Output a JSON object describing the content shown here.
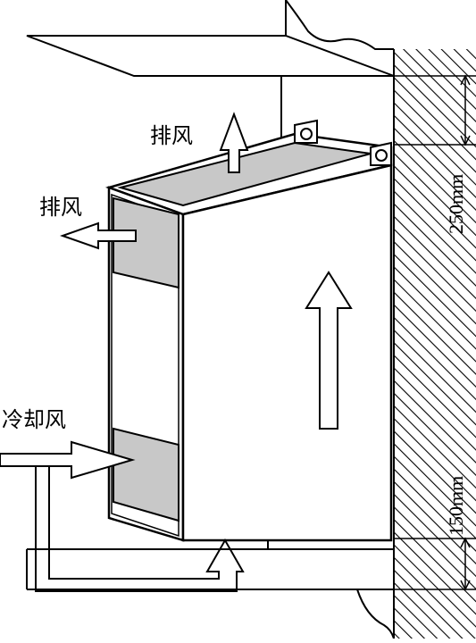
{
  "labels": {
    "exhaust_top": "排风",
    "exhaust_side": "排风",
    "cooling_air": "冷却风"
  },
  "dimensions": {
    "top_clearance": "250mm",
    "bottom_clearance": "150mm"
  },
  "colors": {
    "line": "#000000",
    "panel_fill": "#c8c8c8",
    "background": "#ffffff"
  }
}
